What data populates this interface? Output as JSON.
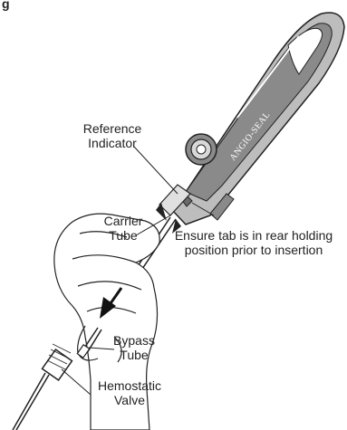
{
  "figure_label": "g",
  "brand": "ANGIO-SEAL",
  "labels": {
    "reference_indicator_line1": "Reference",
    "reference_indicator_line2": "Indicator",
    "carrier_tube_line1": "Carrier",
    "carrier_tube_line2": "Tube",
    "instruction_line1": "Ensure tab is in rear holding",
    "instruction_line2": "position prior to insertion",
    "bypass_tube_line1": "Bypass",
    "bypass_tube_line2": "Tube",
    "hemostatic_valve_line1": "Hemostatic",
    "hemostatic_valve_line2": "Valve"
  },
  "colors": {
    "ink": "#222222",
    "device_fill": "#bdbdbd",
    "device_dark": "#8a8a8a",
    "background": "#ffffff"
  }
}
